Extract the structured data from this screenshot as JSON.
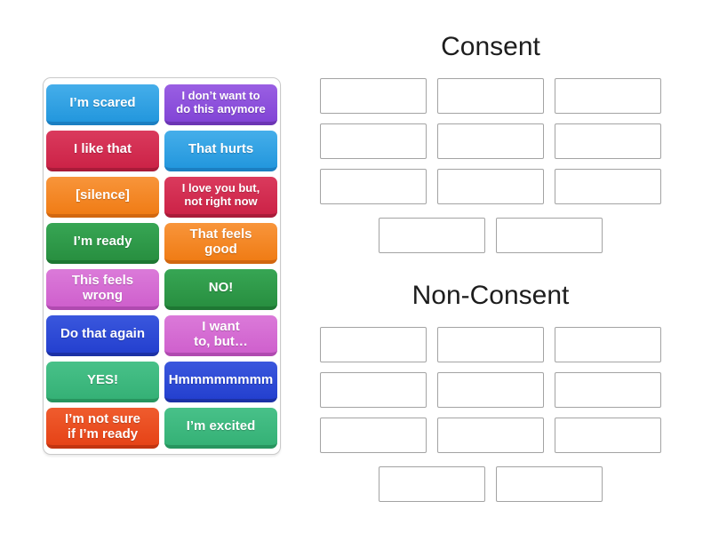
{
  "activity": {
    "type_label": "group-sort"
  },
  "palette": {
    "blue": "#2d9fe0",
    "purple": "#8a4bdb",
    "crimson": "#d22a4c",
    "orange": "#f28320",
    "green": "#2d9a49",
    "orchid": "#d468d1",
    "royal": "#2b46d3",
    "sea": "#3cb87e",
    "rust": "#e84a1e",
    "tile_text": "#ffffff",
    "slot_border": "#a3a3a3",
    "panel_border": "#c9c9c9",
    "title_text": "#1d1d1d",
    "background": "#ffffff"
  },
  "tiles_panel": {
    "tiles": [
      {
        "label": "I’m scared",
        "color": "blue"
      },
      {
        "label": "I don’t want to\ndo this anymore",
        "color": "purple"
      },
      {
        "label": "I like that",
        "color": "crimson"
      },
      {
        "label": "That hurts",
        "color": "blue"
      },
      {
        "label": "[silence]",
        "color": "orange"
      },
      {
        "label": "I love you but,\nnot right now",
        "color": "crimson"
      },
      {
        "label": "I’m ready",
        "color": "green"
      },
      {
        "label": "That feels\ngood",
        "color": "orange"
      },
      {
        "label": "This feels\nwrong",
        "color": "orchid"
      },
      {
        "label": "NO!",
        "color": "green"
      },
      {
        "label": "Do that again",
        "color": "royal"
      },
      {
        "label": "I want\nto, but…",
        "color": "orchid"
      },
      {
        "label": "YES!",
        "color": "sea"
      },
      {
        "label": "Hmmmmmmmm",
        "color": "royal"
      },
      {
        "label": "I’m not sure\nif I’m ready",
        "color": "rust"
      },
      {
        "label": "I’m excited",
        "color": "sea"
      }
    ]
  },
  "groups": [
    {
      "title": "Consent",
      "slot_count": 11,
      "slots_main": 9,
      "slots_bottom": 2
    },
    {
      "title": "Non-Consent",
      "slot_count": 11,
      "slots_main": 9,
      "slots_bottom": 2
    }
  ]
}
